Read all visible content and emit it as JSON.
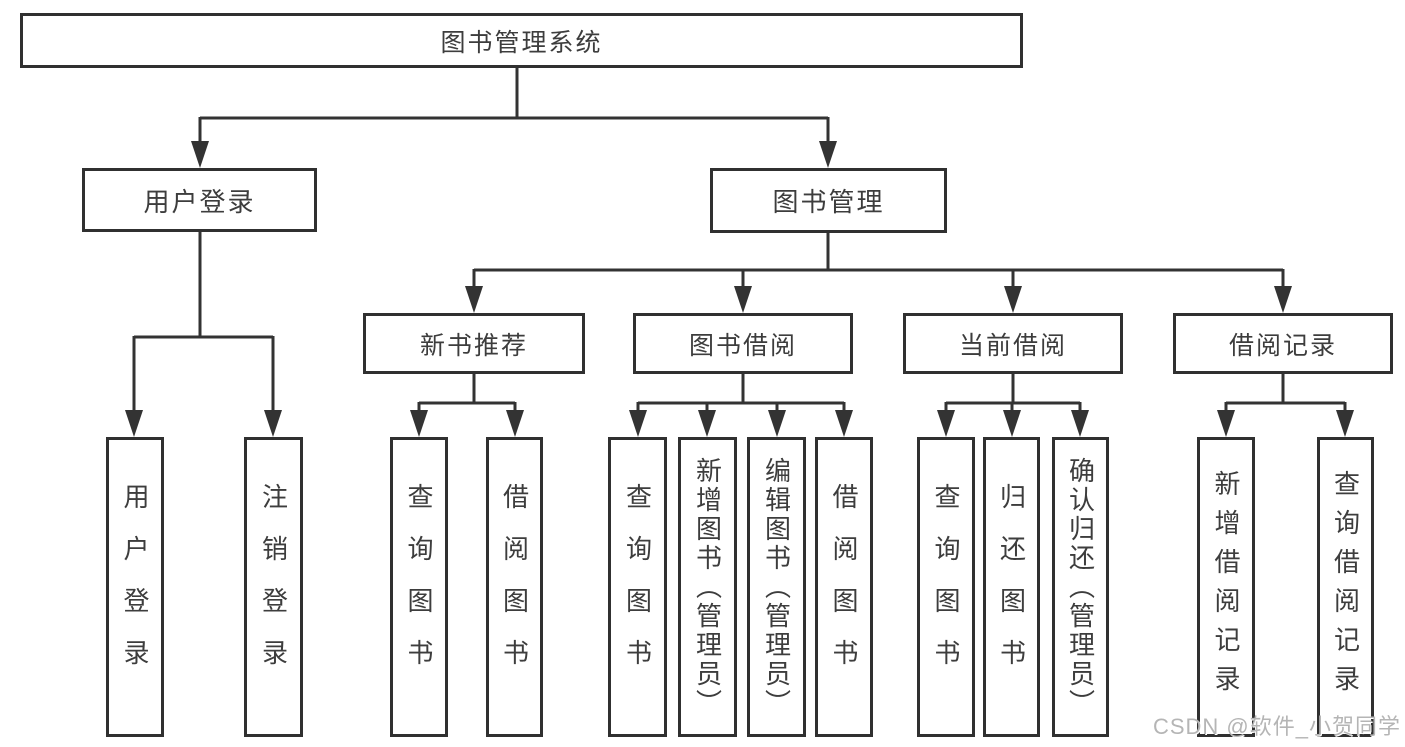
{
  "title": {
    "label": "图书管理系统"
  },
  "branches": {
    "user_login": {
      "label": "用户登录",
      "children": [
        {
          "label": "用户登录"
        },
        {
          "label": "注销登录"
        }
      ]
    },
    "book_mgmt": {
      "label": "图书管理",
      "sections": [
        {
          "label": "新书推荐",
          "children": [
            {
              "label": "查询图书"
            },
            {
              "label": "借阅图书"
            }
          ]
        },
        {
          "label": "图书借阅",
          "children": [
            {
              "label": "查询图书"
            },
            {
              "label": "新增图书（管理员）"
            },
            {
              "label": "编辑图书（管理员）"
            },
            {
              "label": "借阅图书"
            }
          ]
        },
        {
          "label": "当前借阅",
          "children": [
            {
              "label": "查询图书"
            },
            {
              "label": "归还图书"
            },
            {
              "label": "确认归还（管理员）"
            }
          ]
        },
        {
          "label": "借阅记录",
          "children": [
            {
              "label": "新增借阅记录"
            },
            {
              "label": "查询借阅记录"
            }
          ]
        }
      ]
    }
  },
  "watermark": "CSDN @软件_小贺同学",
  "colors": {
    "line": "#333333",
    "border": "#303030",
    "text": "#3d3d3d",
    "watermark_text": "#b5b5b5",
    "background": "#ffffff"
  }
}
